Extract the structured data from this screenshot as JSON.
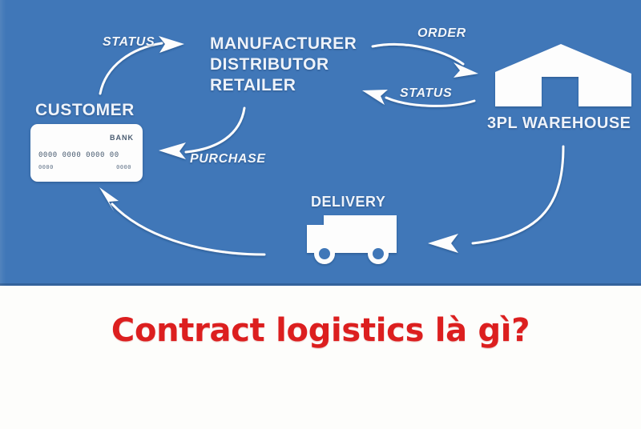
{
  "caption": {
    "title": "Contract logistics là gì?"
  },
  "diagram": {
    "nodes": {
      "customer": "CUSTOMER",
      "chain": "MANUFACTURER\nDISTRIBUTOR\nRETAILER",
      "warehouse": "3PL WAREHOUSE",
      "delivery": "DELIVERY"
    },
    "arrows": {
      "status_customer_to_chain": "STATUS",
      "order_chain_to_warehouse": "ORDER",
      "status_warehouse_to_chain": "STATUS",
      "purchase_chain_to_customer": "PURCHASE"
    },
    "bank_card": {
      "bank_label": "BANK",
      "number": "0000 0000 0000 00",
      "valid": "0000",
      "code": "0000"
    },
    "colors": {
      "panel_background": "#4077b8",
      "stroke": "#ffffff",
      "label_text": "#eef3fa",
      "caption_red": "#dc1f1f",
      "page_background": "#fdfdfb"
    }
  }
}
